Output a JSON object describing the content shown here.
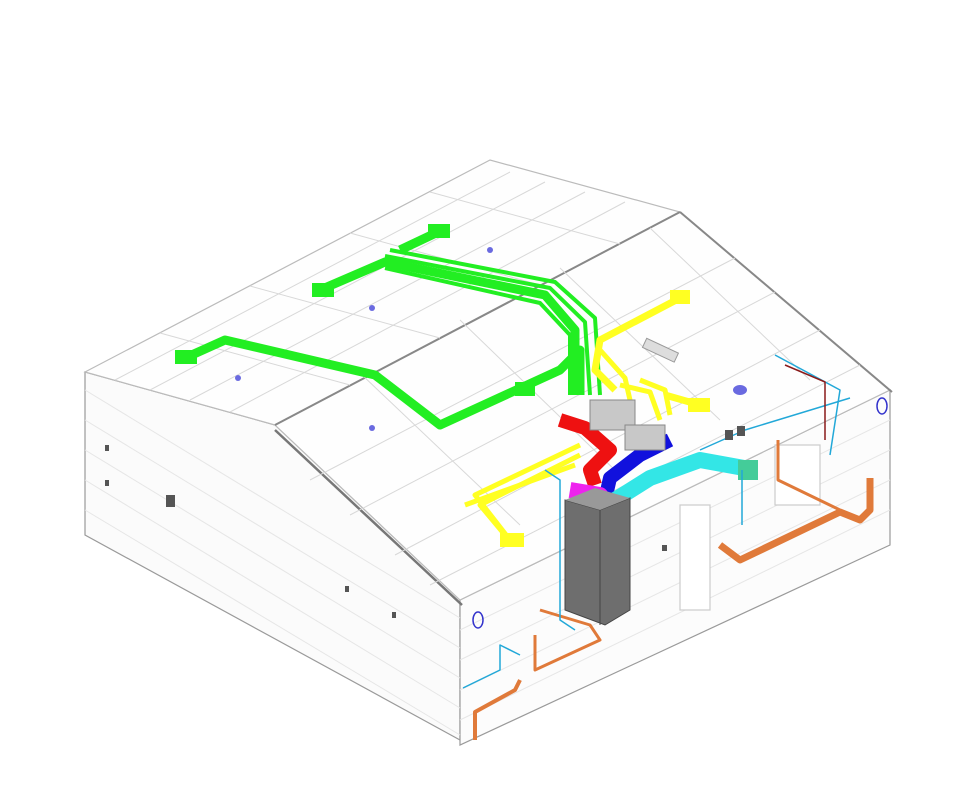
{
  "diagram": {
    "kind": "isometric-hvac-house-model",
    "colors": {
      "background": "#ffffff",
      "structure_line": "#9a9a9a",
      "structure_light": "#d4d4d4",
      "supply_duct_green": "#22ee22",
      "supply_duct_yellow": "#ffff22",
      "exhaust_red": "#ee1111",
      "return_blue": "#1111dd",
      "fresh_air_cyan": "#33e6e6",
      "transition_magenta": "#ee22ee",
      "air_handler_gray": "#6e6e6e",
      "pipe_orange": "#e07a3a",
      "pipe_cyan": "#22a8d8",
      "pipe_darkred": "#8a1a1a",
      "device_purple": "#6a6ae0"
    },
    "components": [
      {
        "name": "air-handler-unit",
        "icon": "ahu-box"
      },
      {
        "name": "green-supply-ducts",
        "icon": "duct"
      },
      {
        "name": "yellow-supply-ducts",
        "icon": "duct"
      },
      {
        "name": "red-exhaust-duct",
        "icon": "duct"
      },
      {
        "name": "blue-return-duct",
        "icon": "duct"
      },
      {
        "name": "cyan-fresh-air-duct",
        "icon": "duct"
      },
      {
        "name": "plumbing-pipes",
        "icon": "pipe"
      }
    ]
  }
}
